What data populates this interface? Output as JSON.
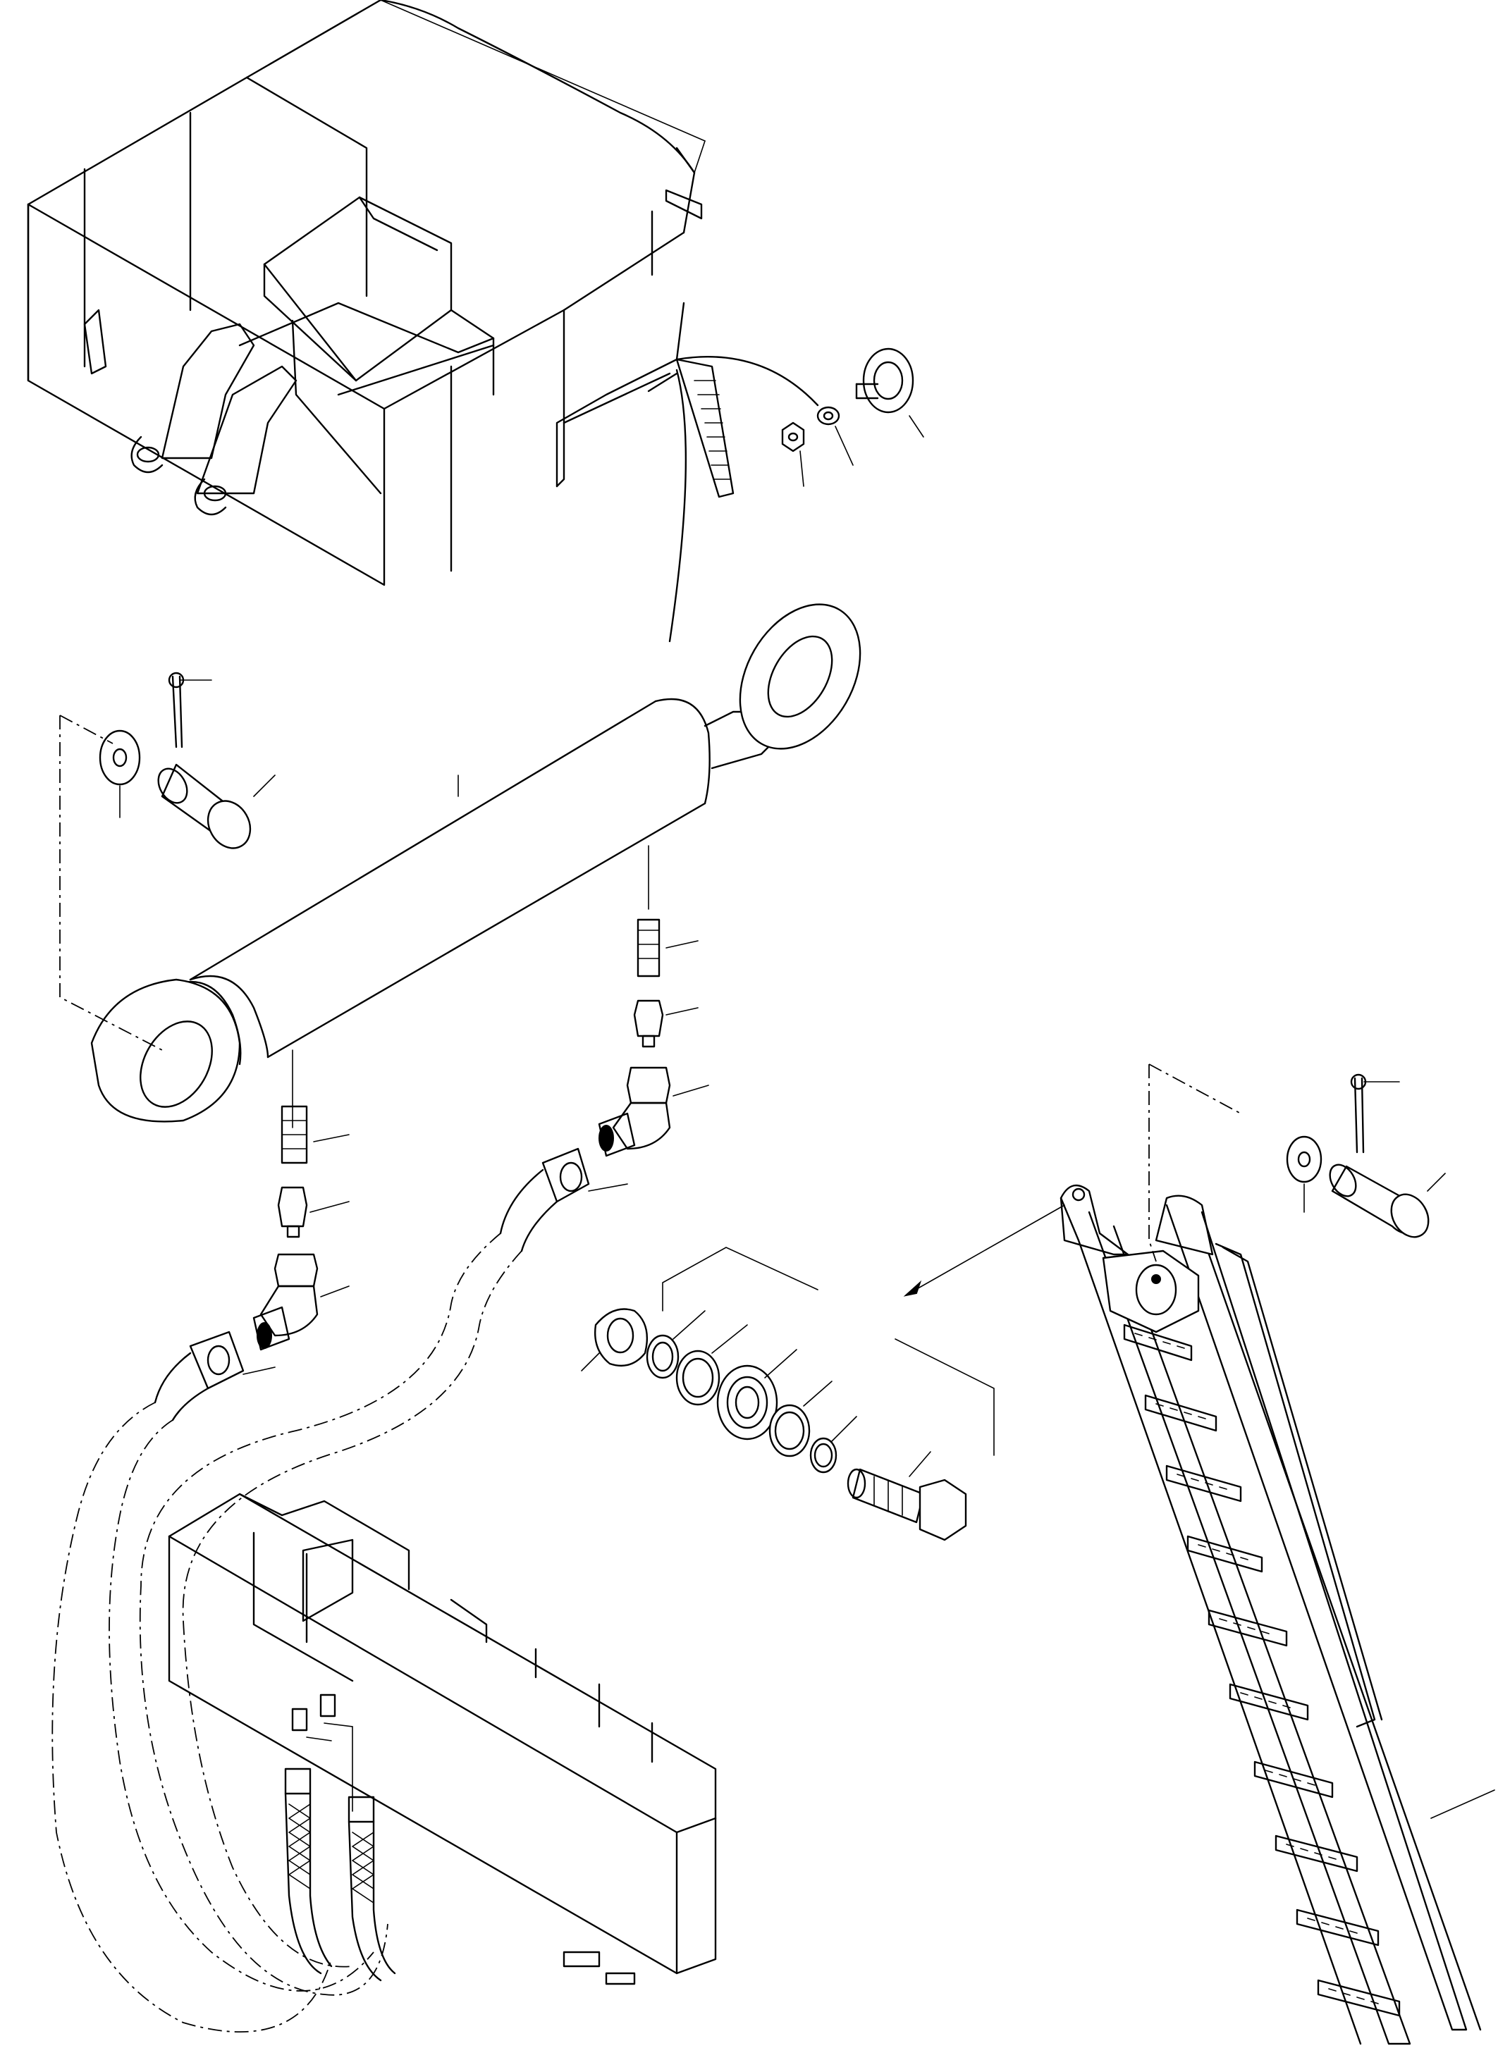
{
  "drawing": {
    "assemblies": [
      "loader-frame",
      "hydraulic-cylinder",
      "boarding-ladder",
      "hydraulic-valve-block"
    ],
    "leaders": [
      "nut",
      "washer",
      "hinge-pin",
      "cotter-pin",
      "flat-washer",
      "clevis-pin",
      "adapter",
      "nut-fitting",
      "elbow-fitting",
      "hose",
      "locknut",
      "spacer",
      "seal-ring",
      "bearing",
      "bolt"
    ]
  }
}
